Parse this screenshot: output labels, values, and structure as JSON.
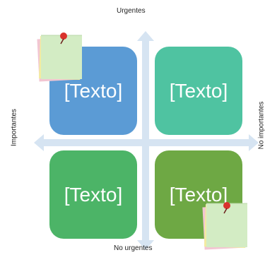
{
  "axes": {
    "top": "Urgentes",
    "bottom": "No urgentes",
    "left": "Importantes",
    "right": "No importantes"
  },
  "quadrants": [
    {
      "text": "[Texto]",
      "color": "#5b9bd5"
    },
    {
      "text": "[Texto]",
      "color": "#4fc3a1"
    },
    {
      "text": "[Texto]",
      "color": "#4cb467"
    },
    {
      "text": "[Texto]",
      "color": "#6ea844"
    }
  ],
  "colors": {
    "arrow": "#d6e4f2",
    "note_front": "#d3ecc4",
    "note_back_yellow": "#f3eca0",
    "note_back_pink": "#f2c6d2",
    "pin": "#d9322c"
  }
}
